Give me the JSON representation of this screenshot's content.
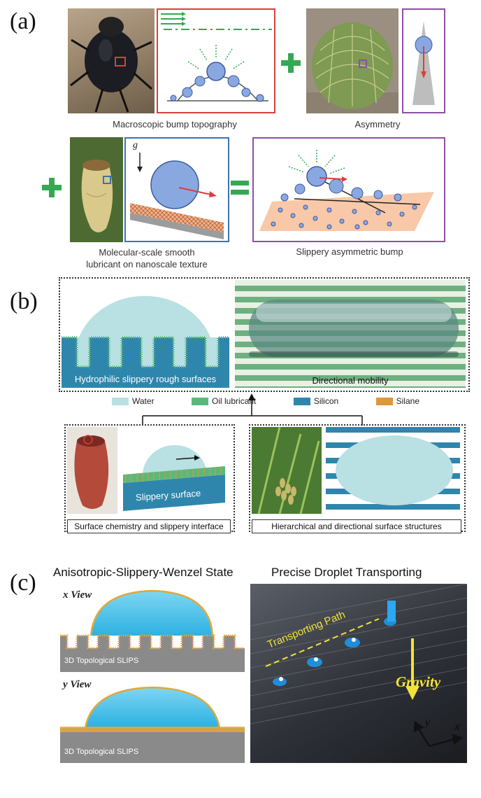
{
  "panels": {
    "a": {
      "letter": "(a)",
      "captions": {
        "bump": "Macroscopic bump topography",
        "asym": "Asymmetry",
        "lub_line1": "Molecular-scale smooth",
        "lub_line2": "lubricant on nanoscale texture",
        "result": "Slippery asymmetric bump"
      },
      "g_label": "g",
      "colors": {
        "red_box": "#d9403a",
        "purple_box": "#8e4fa6",
        "blue_box": "#3c74ad",
        "plus": "#35a853",
        "drop": "#8aa8e0"
      }
    },
    "b": {
      "letter": "(b)",
      "top_left_label": "Hydrophilic slippery rough surfaces",
      "top_right_label": "Directional mobility",
      "legend": [
        {
          "label": "Water",
          "color": "#b9e0e2"
        },
        {
          "label": "Oil lubricant",
          "color": "#5cb87a"
        },
        {
          "label": "Silicon",
          "color": "#2f86ad"
        },
        {
          "label": "Silane",
          "color": "#e0973a"
        }
      ],
      "slippery_surface": "Slippery surface",
      "bottom_left_label": "Surface chemistry and slippery interface",
      "bottom_right_label": "Hierarchical and directional surface structures"
    },
    "c": {
      "letter": "(c)",
      "left_title": "Anisotropic-Slippery-Wenzel State",
      "right_title": "Precise Droplet Transporting",
      "x_view": "x View",
      "y_view": "y View",
      "slips1": "3D Topological SLIPS",
      "slips2": "3D Topological SLIPS",
      "path_label": "Transporting Path",
      "gravity": "Gravity",
      "axis_x": "x",
      "axis_y": "y"
    }
  }
}
